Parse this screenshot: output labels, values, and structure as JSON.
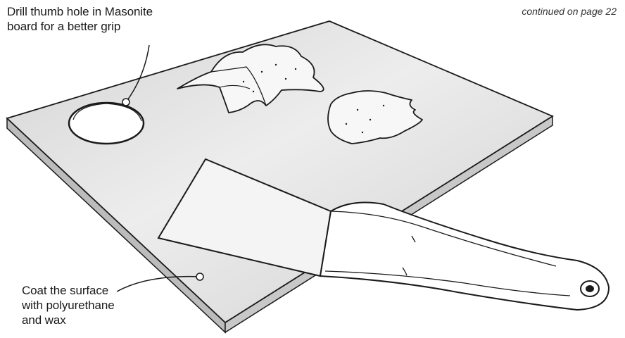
{
  "callouts": {
    "thumb_hole": [
      "Drill thumb hole in Masonite",
      "board for a better grip"
    ],
    "coating": [
      "Coat the surface",
      "with polyurethane",
      "and wax"
    ]
  },
  "page_ref": "continued on page 22",
  "colors": {
    "board_top": "#e2e2e2",
    "board_edge": "#bdbdbd",
    "ink": "#1a1a1a",
    "paper": "#ffffff"
  }
}
